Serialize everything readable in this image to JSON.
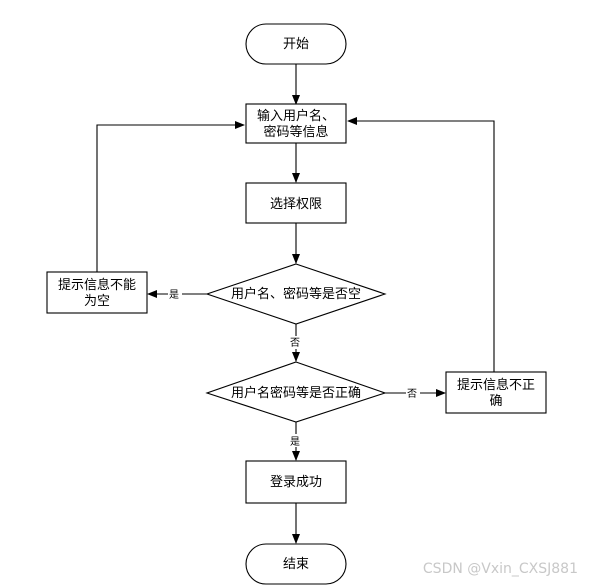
{
  "diagram": {
    "nodes": {
      "start": {
        "label": "开始"
      },
      "input": {
        "lines": [
          "输入用户名、",
          "密码等信息"
        ]
      },
      "select": {
        "label": "选择权限"
      },
      "check_empty": {
        "label": "用户名、密码等是否空"
      },
      "prompt_empty": {
        "lines": [
          "提示信息不能",
          "为空"
        ]
      },
      "check_correct": {
        "label": "用户名密码等是否正确"
      },
      "prompt_incorrect": {
        "lines": [
          "提示信息不正",
          "确"
        ]
      },
      "success": {
        "label": "登录成功"
      },
      "end": {
        "label": "结束"
      }
    },
    "edge_labels": {
      "empty_yes": "是",
      "empty_no": "否",
      "correct_no": "否",
      "correct_yes": "是"
    }
  },
  "watermark": "CSDN @Vxin_CXSJ881"
}
